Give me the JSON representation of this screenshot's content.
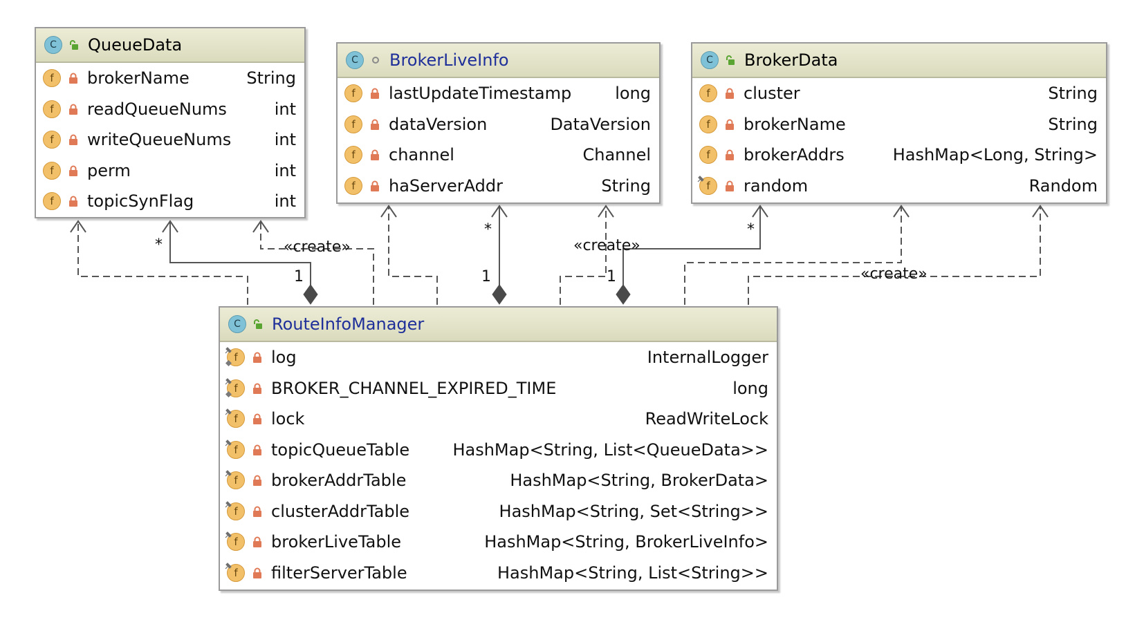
{
  "classes": {
    "queue_data": {
      "name": "QueueData",
      "fields": [
        {
          "name": "brokerName",
          "type": "String"
        },
        {
          "name": "readQueueNums",
          "type": "int"
        },
        {
          "name": "writeQueueNums",
          "type": "int"
        },
        {
          "name": "perm",
          "type": "int"
        },
        {
          "name": "topicSynFlag",
          "type": "int"
        }
      ]
    },
    "broker_live_info": {
      "name": "BrokerLiveInfo",
      "fields": [
        {
          "name": "lastUpdateTimestamp",
          "type": "long"
        },
        {
          "name": "dataVersion",
          "type": "DataVersion"
        },
        {
          "name": "channel",
          "type": "Channel"
        },
        {
          "name": "haServerAddr",
          "type": "String"
        }
      ]
    },
    "broker_data": {
      "name": "BrokerData",
      "fields": [
        {
          "name": "cluster",
          "type": "String"
        },
        {
          "name": "brokerName",
          "type": "String"
        },
        {
          "name": "brokerAddrs",
          "type": "HashMap<Long, String>"
        },
        {
          "name": "random",
          "type": "Random"
        }
      ]
    },
    "route_info_manager": {
      "name": "RouteInfoManager",
      "fields": [
        {
          "name": "log",
          "type": "InternalLogger"
        },
        {
          "name": "BROKER_CHANNEL_EXPIRED_TIME",
          "type": "long"
        },
        {
          "name": "lock",
          "type": "ReadWriteLock"
        },
        {
          "name": "topicQueueTable",
          "type": "HashMap<String, List<QueueData>>"
        },
        {
          "name": "brokerAddrTable",
          "type": "HashMap<String, BrokerData>"
        },
        {
          "name": "clusterAddrTable",
          "type": "HashMap<String, Set<String>>"
        },
        {
          "name": "brokerLiveTable",
          "type": "HashMap<String, BrokerLiveInfo>"
        },
        {
          "name": "filterServerTable",
          "type": "HashMap<String, List<String>>"
        }
      ]
    }
  },
  "icons": {
    "class_glyph": "C",
    "field_glyph": "f",
    "class_icon_color": "#7fc1d6",
    "field_icon_color": "#f3c06a",
    "lock_color": "#e07a56",
    "public_color": "#5aa532"
  },
  "edge_labels": {
    "create_queue": "«create»",
    "create_live": "«create»",
    "create_broker": "«create»",
    "mult_queue_many": "*",
    "mult_queue_one": "1",
    "mult_live_many": "*",
    "mult_live_one": "1",
    "mult_broker_many": "*",
    "mult_broker_one": "1"
  }
}
